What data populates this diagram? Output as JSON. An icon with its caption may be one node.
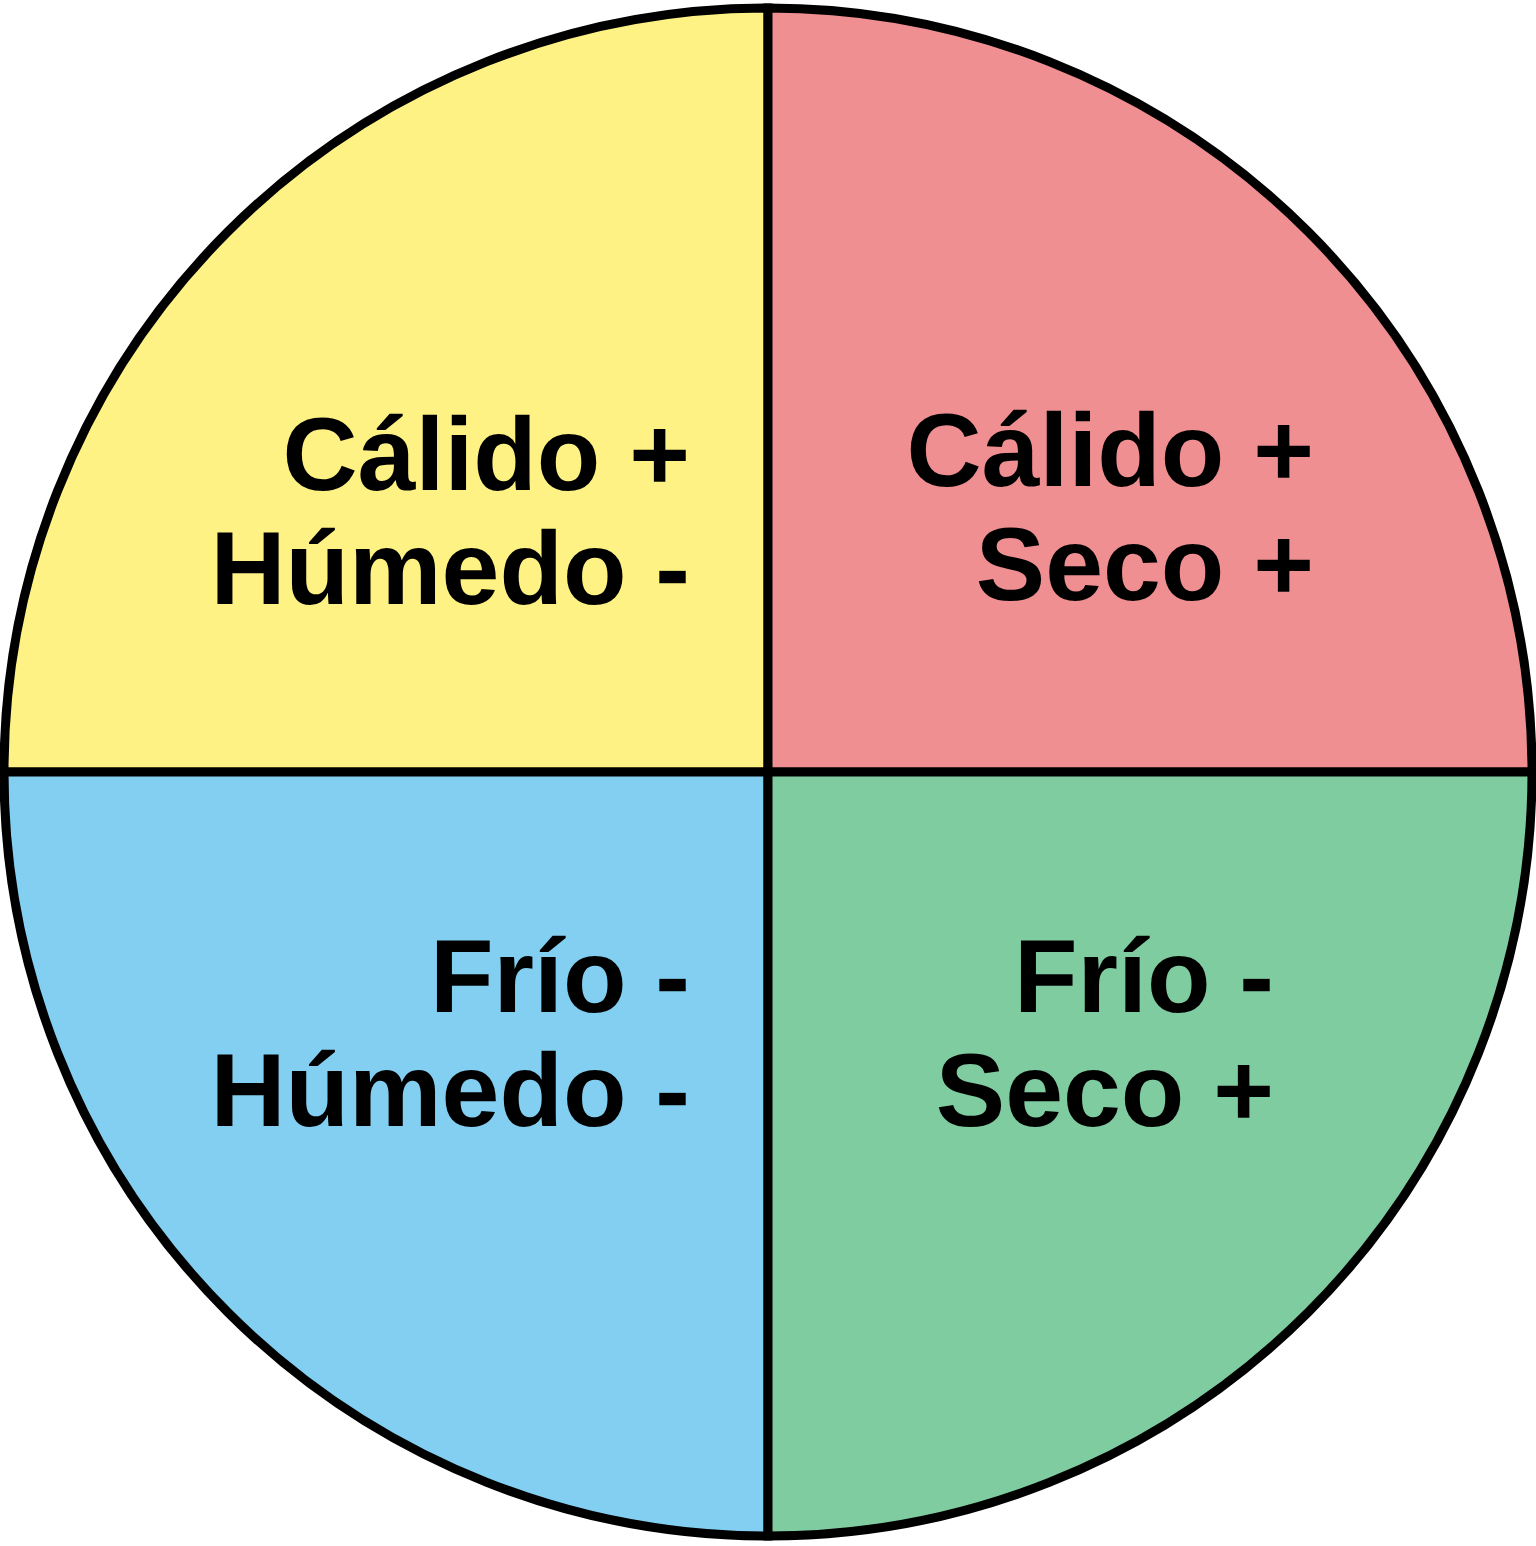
{
  "diagram": {
    "nodes": [
      {
        "text": [
          "Cálido +",
          "Húmedo -"
        ]
      },
      {
        "text": [
          "Cálido +",
          "Seco +"
        ]
      },
      {
        "text": [
          "Frío -",
          "Húmedo -"
        ]
      },
      {
        "text": [
          "Frío -",
          "Seco +"
        ]
      }
    ]
  }
}
